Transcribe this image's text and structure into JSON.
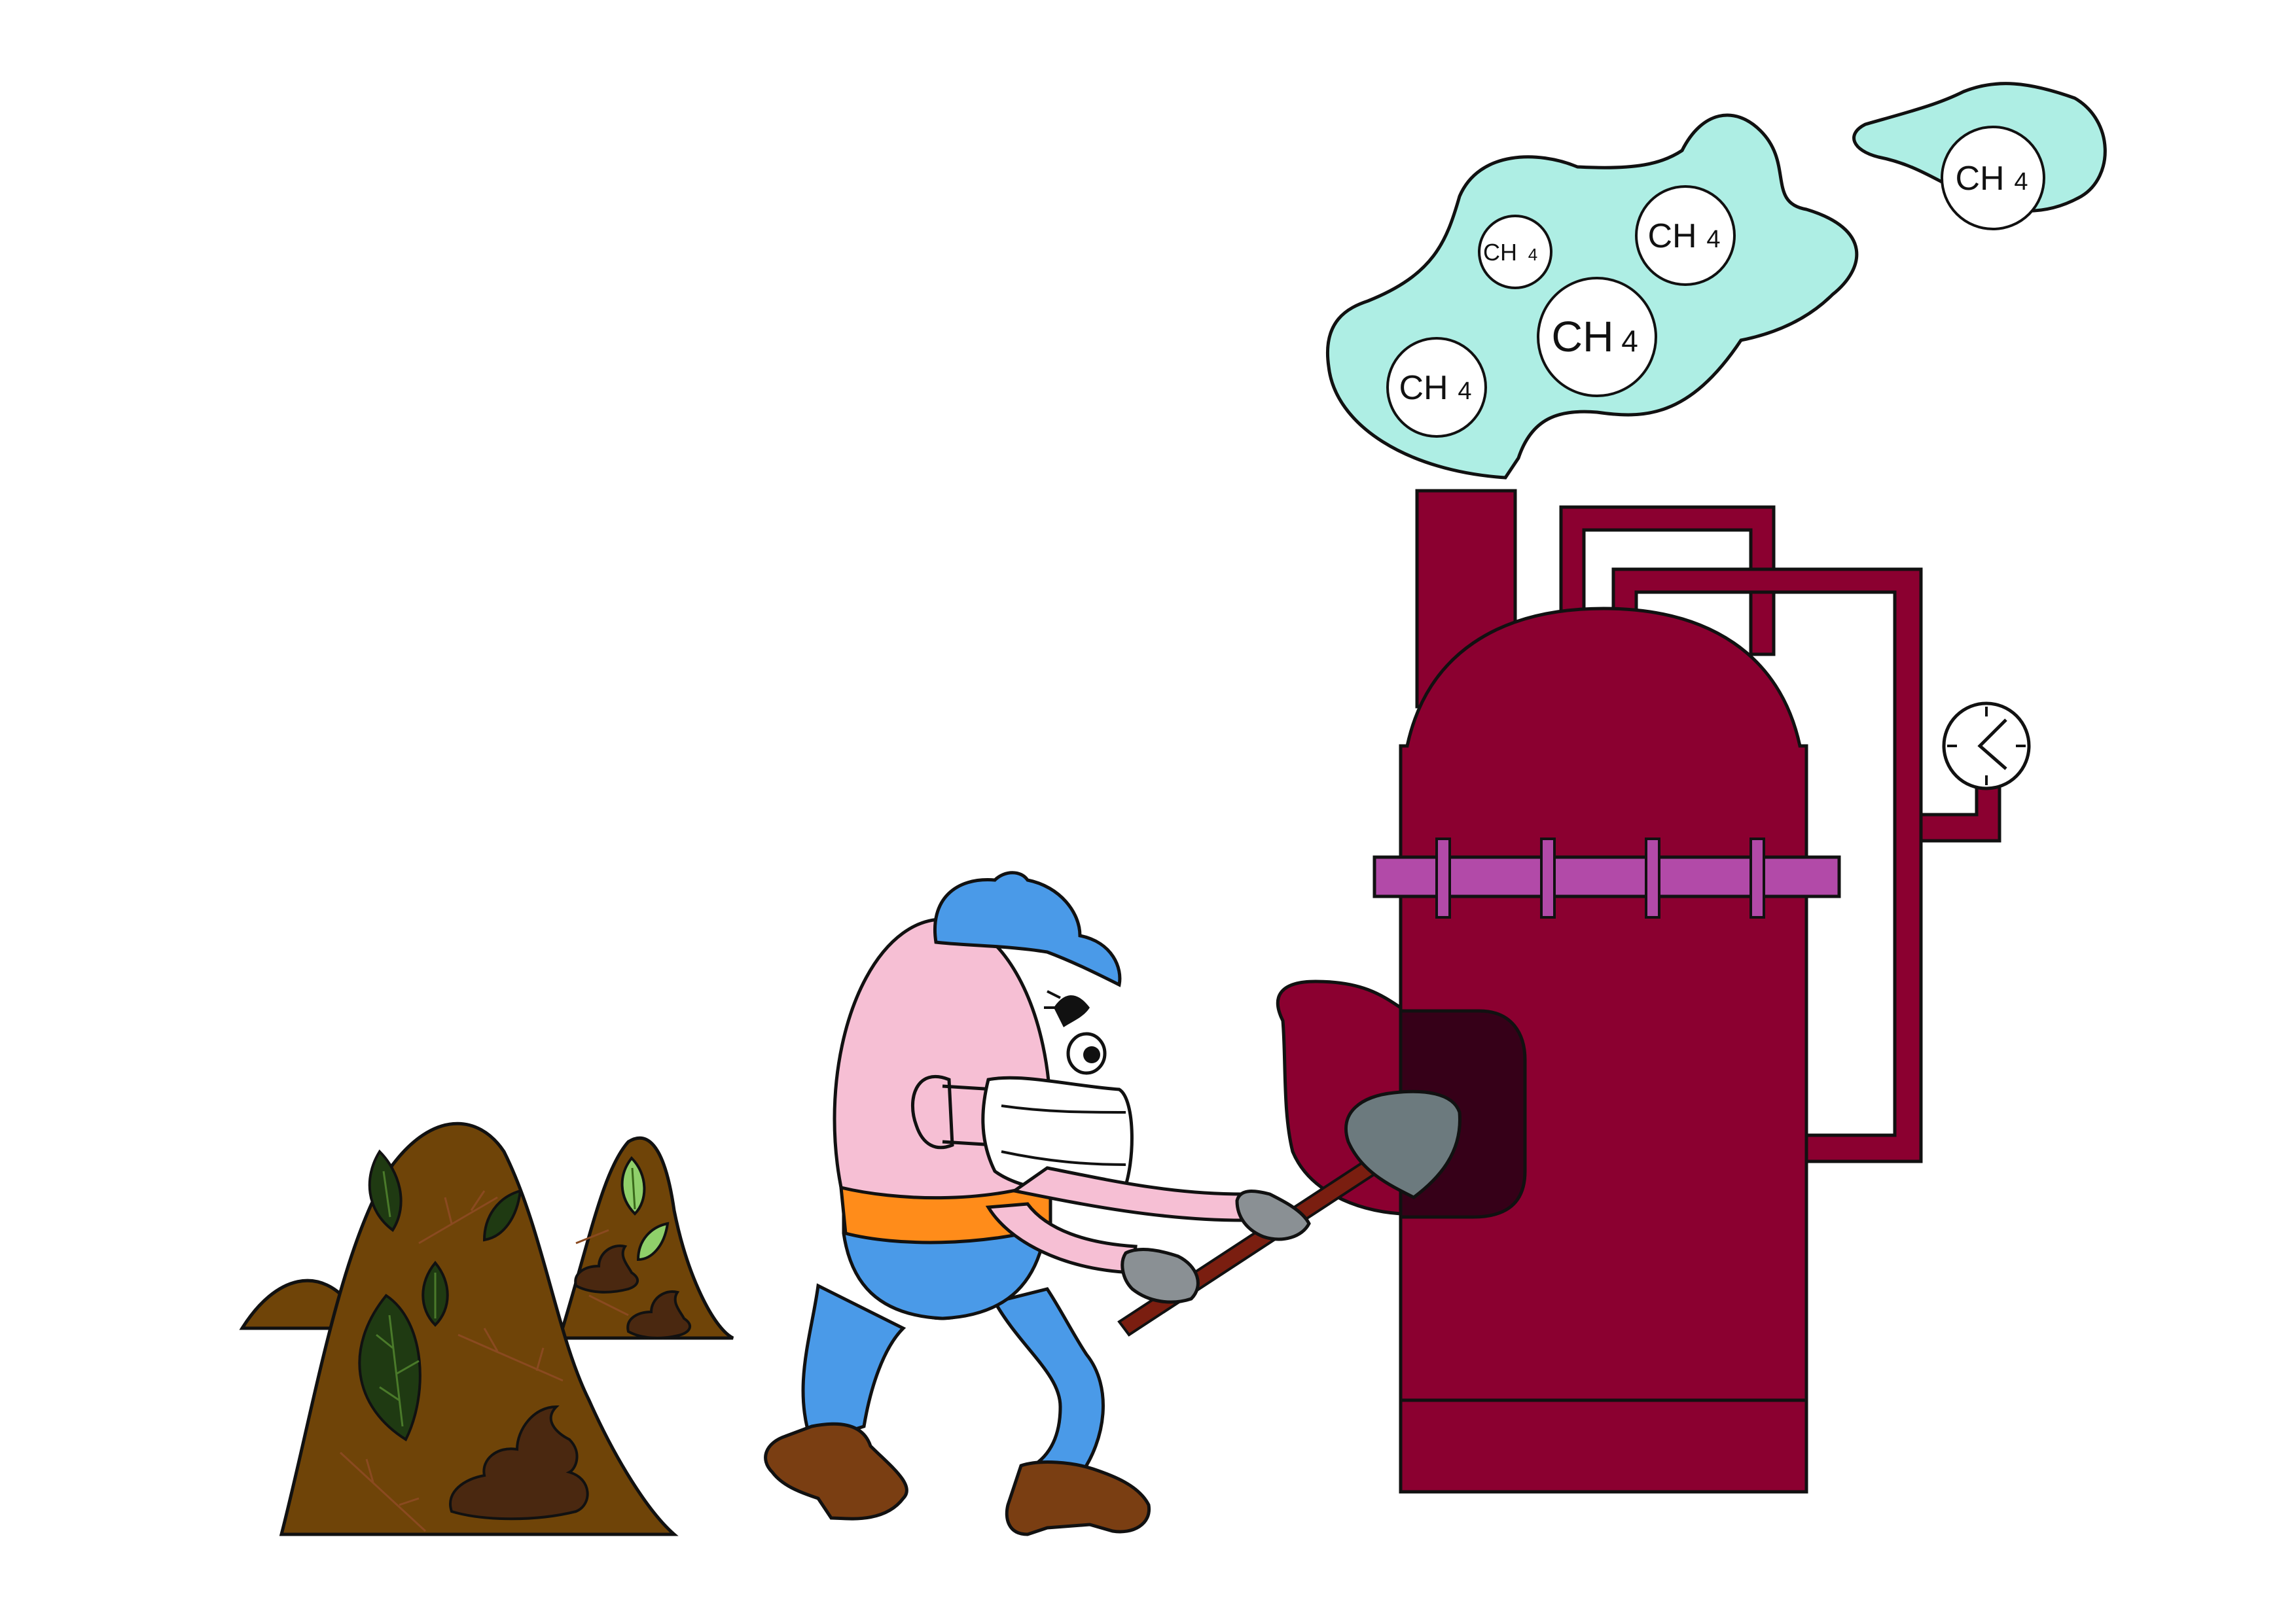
{
  "scene": {
    "description_hidden": "",
    "gas_label": "CH",
    "gas_subscript": "4",
    "molecules": [
      {
        "label": "CH",
        "sub": "4"
      },
      {
        "label": "CH",
        "sub": "4"
      },
      {
        "label": "CH",
        "sub": "4"
      },
      {
        "label": "CH",
        "sub": "4"
      },
      {
        "label": "CH",
        "sub": "4"
      }
    ],
    "colors": {
      "digester": "#8b0030",
      "digester_dark": "#360018",
      "flange": "#b24aa8",
      "cloud": "#aeeee4",
      "dirt": "#6f4408",
      "dung": "#4a2810",
      "leaf_dark": "#1f3a12",
      "leaf_light": "#8fd06a",
      "worker_body": "#f6bfd4",
      "worker_clothes": "#4a9ae8",
      "belt": "#ff8c1a",
      "boots": "#7a3e12",
      "gloves": "#8a9094",
      "shovel_blade": "#6c7a7e",
      "shovel_handle": "#7a1e10"
    },
    "icons": [
      "gauge-icon",
      "mask-icon",
      "cap-icon",
      "shovel-icon",
      "leaf-icon",
      "dung-icon"
    ]
  }
}
